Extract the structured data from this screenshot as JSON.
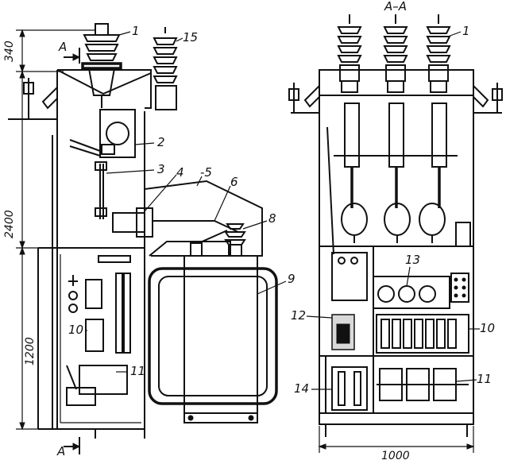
{
  "section_title": "A–A",
  "section_marks": [
    "A",
    "A"
  ],
  "dimensions": {
    "top_gap": "340",
    "total_height": "2400",
    "lower_height": "1200",
    "width": "1000"
  },
  "callouts_side": [
    "1",
    "15",
    "2",
    "3",
    "4",
    "-5",
    "6",
    "8",
    "9",
    "10",
    "11"
  ],
  "callouts_front": [
    "1",
    "13",
    "12",
    "10",
    "14",
    "11"
  ]
}
